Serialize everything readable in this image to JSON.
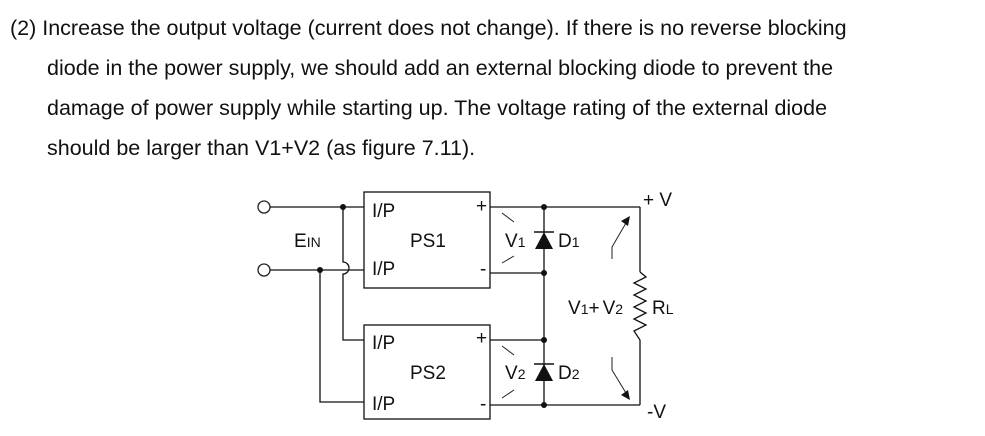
{
  "text": {
    "lines": [
      "(2) Increase the output voltage (current does not change). If there is no reverse blocking",
      "diode in the power supply, we should add an external blocking diode to prevent the",
      "damage of power supply while starting up. The voltage rating of the external diode",
      "should be larger than V1+V2 (as figure 7.11)."
    ]
  },
  "diagram": {
    "input_label_main": "E",
    "input_label_sub": "IN",
    "ps1": {
      "name": "PS1",
      "in_top": "I/P",
      "in_bottom": "I/P",
      "plus": "+",
      "minus": "-"
    },
    "ps2": {
      "name": "PS2",
      "in_top": "I/P",
      "in_bottom": "I/P",
      "plus": "+",
      "minus": "-"
    },
    "v1_main": "V",
    "v1_sub": "1",
    "v2_main": "V",
    "v2_sub": "2",
    "d1_main": "D",
    "d1_sub": "1",
    "d2_main": "D",
    "d2_sub": "2",
    "sum_v1_main": "V",
    "sum_v1_sub": "1",
    "sum_plus": "+",
    "sum_v2_main": "V",
    "sum_v2_sub": "2",
    "rl_main": "R",
    "rl_sub": "L",
    "out_plus": "+ V",
    "out_minus": "-V"
  }
}
